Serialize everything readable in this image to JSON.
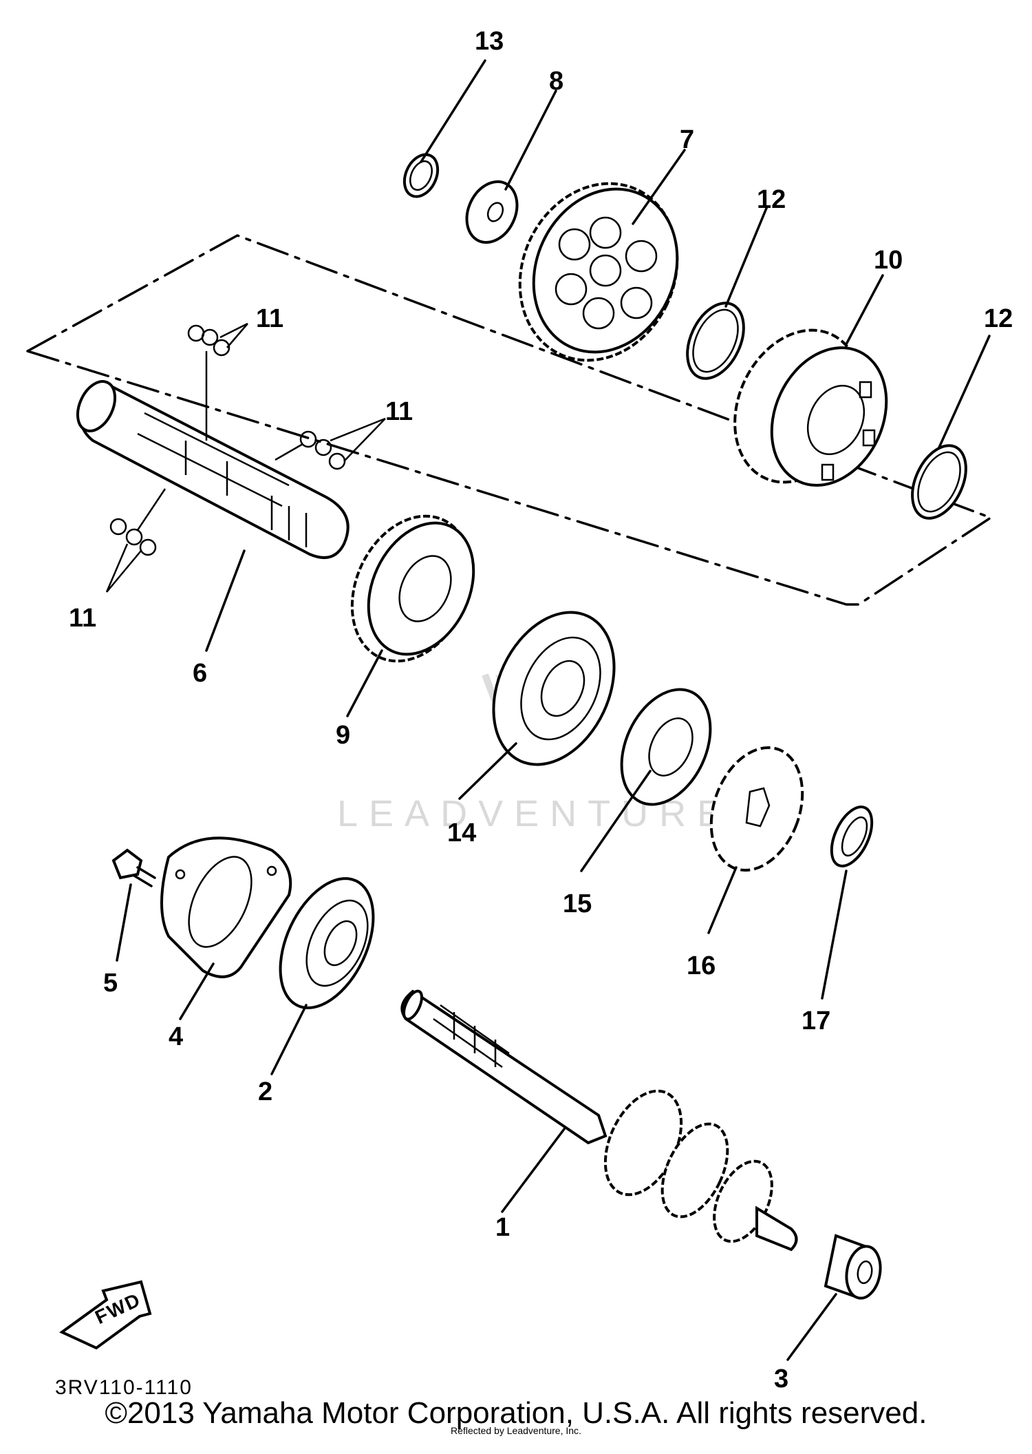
{
  "diagram": {
    "callouts": [
      "1",
      "2",
      "3",
      "4",
      "5",
      "6",
      "7",
      "8",
      "9",
      "10",
      "11",
      "12",
      "13",
      "14",
      "15",
      "16",
      "17"
    ],
    "fwd_label": "FWD",
    "watermark": "LEADVENTURE",
    "diagram_code": "3RV110-1110"
  },
  "footer": {
    "copyright": "©2013 Yamaha Motor Corporation, U.S.A. All rights reserved.",
    "overprint": "Reflected by Leadventure, Inc."
  },
  "colors": {
    "ink": "#000000",
    "paper": "#ffffff",
    "watermark": "#d9d9d9"
  }
}
